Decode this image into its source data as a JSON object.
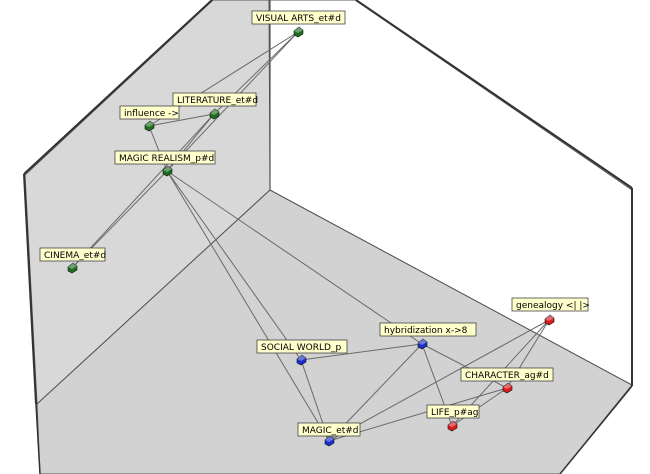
{
  "view": {
    "background": "#ffffff",
    "wall_color": "#d8d8d8",
    "floor_color": "#d2d2d2",
    "wall_edge_color": "#555555",
    "edge_color": "#6a6a6a",
    "label_fill": "#ffffcc"
  },
  "groups": {
    "green": "#1e6e1e",
    "blue": "#1a2fcc",
    "red": "#d81c1c"
  },
  "nodes": [
    {
      "id": "visual_arts",
      "label": "VISUAL ARTS_et#d",
      "group": "green"
    },
    {
      "id": "literature",
      "label": "LITERATURE_et#d",
      "group": "green"
    },
    {
      "id": "influence",
      "label": "influence ->",
      "group": "green"
    },
    {
      "id": "magic_realism",
      "label": "MAGIC REALISM_p#d",
      "group": "green"
    },
    {
      "id": "cinema",
      "label": "CINEMA_et#d",
      "group": "green"
    },
    {
      "id": "social_world",
      "label": "SOCIAL WORLD_p",
      "group": "blue"
    },
    {
      "id": "hybridization",
      "label": "hybridization x->8",
      "group": "blue"
    },
    {
      "id": "magic",
      "label": "MAGIC_et#d",
      "group": "blue"
    },
    {
      "id": "genealogy",
      "label": "genealogy <| |>",
      "group": "red"
    },
    {
      "id": "character",
      "label": "CHARACTER_ag#d",
      "group": "red"
    },
    {
      "id": "life",
      "label": "LIFE_p#ag",
      "group": "red"
    }
  ],
  "edges": [
    [
      "visual_arts",
      "literature"
    ],
    [
      "visual_arts",
      "influence"
    ],
    [
      "visual_arts",
      "magic_realism"
    ],
    [
      "literature",
      "influence"
    ],
    [
      "literature",
      "magic_realism"
    ],
    [
      "literature",
      "cinema"
    ],
    [
      "influence",
      "magic_realism"
    ],
    [
      "magic_realism",
      "cinema"
    ],
    [
      "magic_realism",
      "hybridization"
    ],
    [
      "magic_realism",
      "social_world"
    ],
    [
      "magic_realism",
      "magic"
    ],
    [
      "social_world",
      "hybridization"
    ],
    [
      "social_world",
      "magic"
    ],
    [
      "hybridization",
      "magic"
    ],
    [
      "hybridization",
      "life"
    ],
    [
      "hybridization",
      "character"
    ],
    [
      "genealogy",
      "character"
    ],
    [
      "genealogy",
      "life"
    ],
    [
      "genealogy",
      "magic"
    ],
    [
      "character",
      "magic"
    ],
    [
      "character",
      "life"
    ]
  ]
}
